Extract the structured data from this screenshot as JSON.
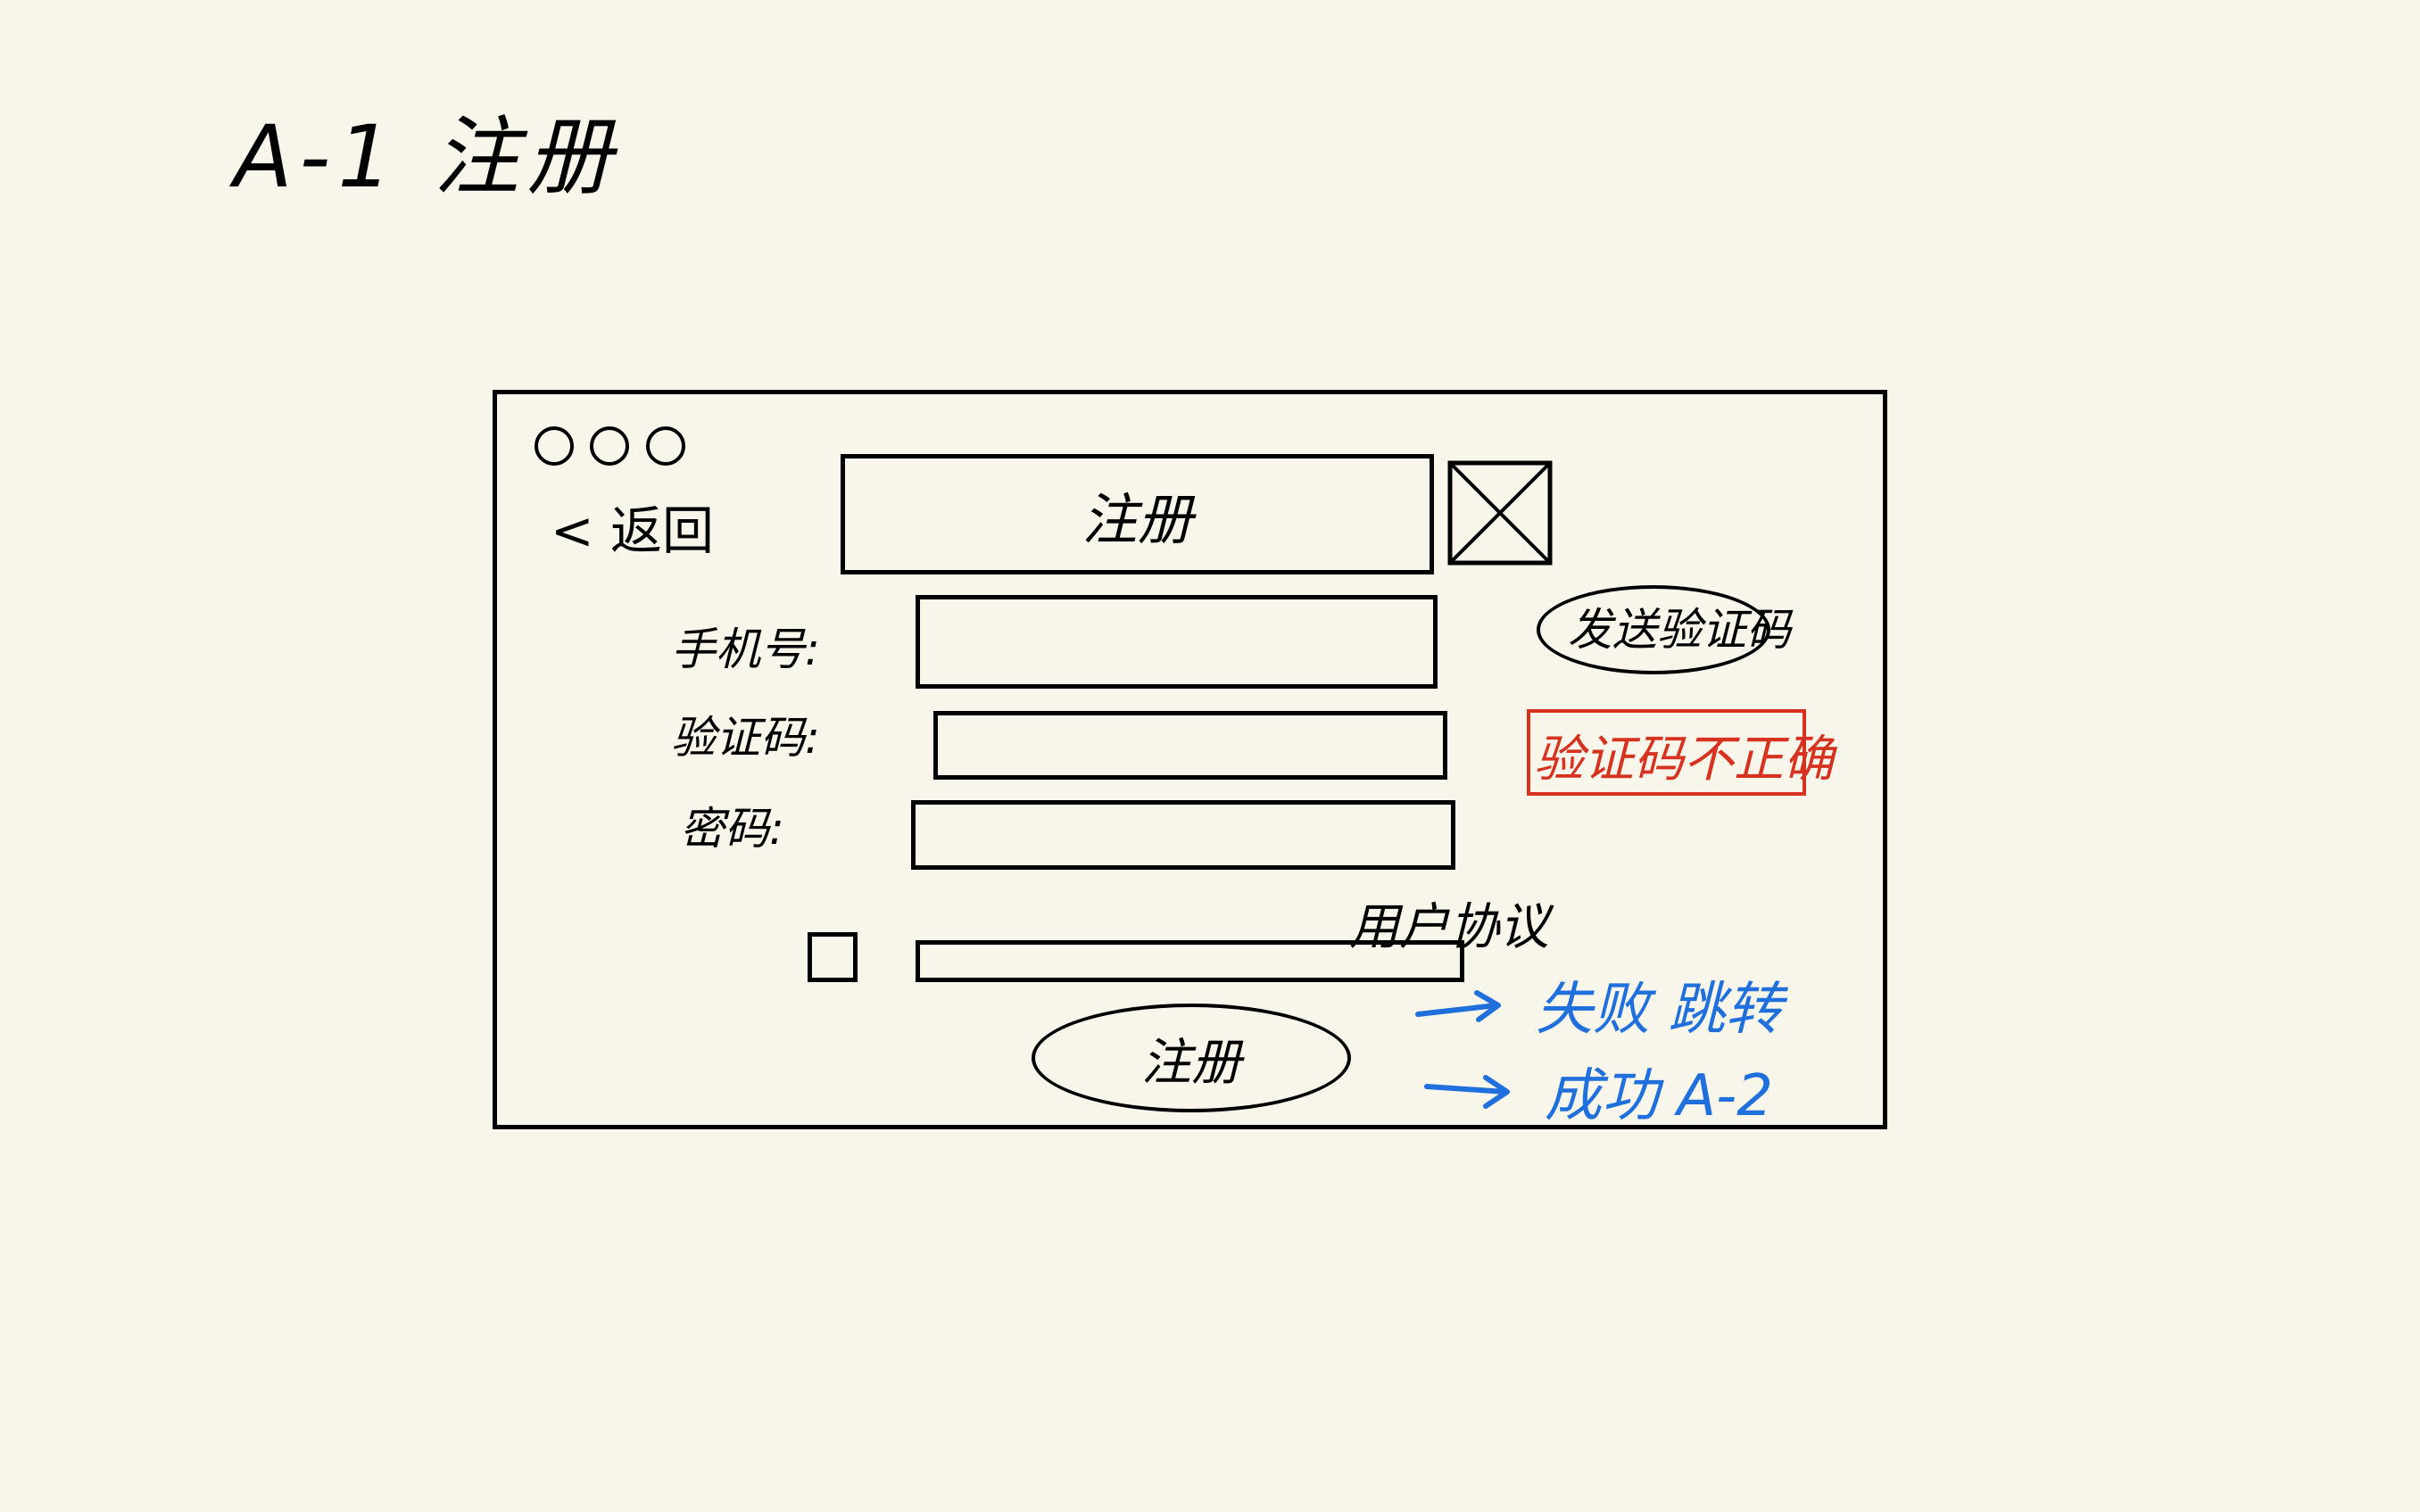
{
  "page": {
    "title": "A-1 注册"
  },
  "window": {
    "back_label": "< 返回",
    "title": "注册"
  },
  "form": {
    "phone_label": "手机号:",
    "code_label": "验证码:",
    "password_label": "密码:",
    "phone_value": "",
    "code_value": "",
    "password_value": "",
    "send_code_label": "发送验证码",
    "error_message": "验证码不正确",
    "agreement_label": "用户协议",
    "register_label": "注册"
  },
  "notes": {
    "fail": "失败 跳转",
    "success": "成功 A-2"
  },
  "colors": {
    "ink": "#000000",
    "error": "#d6321f",
    "note": "#1f6fdd",
    "paper": "#f8f6ea"
  }
}
